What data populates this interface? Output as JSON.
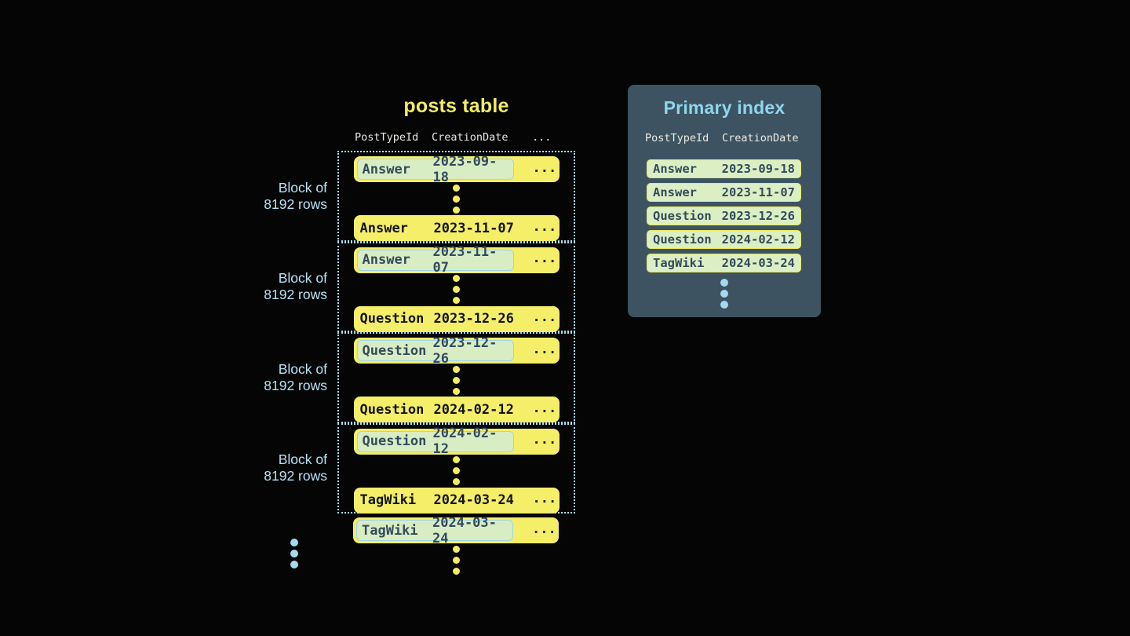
{
  "posts_table": {
    "title": "posts table",
    "columns": [
      "PostTypeId",
      "CreationDate",
      "..."
    ],
    "blocks": [
      {
        "label1": "Block of",
        "label2": "8192 rows",
        "first": {
          "type": "Answer",
          "date": "2023-09-18",
          "more": "..."
        },
        "last": {
          "type": "Answer",
          "date": "2023-11-07",
          "more": "..."
        }
      },
      {
        "label1": "Block of",
        "label2": "8192 rows",
        "first": {
          "type": "Answer",
          "date": "2023-11-07",
          "more": "..."
        },
        "last": {
          "type": "Question",
          "date": "2023-12-26",
          "more": "..."
        }
      },
      {
        "label1": "Block of",
        "label2": "8192 rows",
        "first": {
          "type": "Question",
          "date": "2023-12-26",
          "more": "..."
        },
        "last": {
          "type": "Question",
          "date": "2024-02-12",
          "more": "..."
        }
      },
      {
        "label1": "Block of",
        "label2": "8192 rows",
        "first": {
          "type": "Question",
          "date": "2024-02-12",
          "more": "..."
        },
        "last": {
          "type": "TagWiki",
          "date": "2024-03-24",
          "more": "..."
        }
      }
    ],
    "overflow_row": {
      "type": "TagWiki",
      "date": "2024-03-24",
      "more": "..."
    }
  },
  "primary_index": {
    "title": "Primary index",
    "columns": [
      "PostTypeId",
      "CreationDate"
    ],
    "rows": [
      {
        "type": "Answer",
        "date": "2023-09-18"
      },
      {
        "type": "Answer",
        "date": "2023-11-07"
      },
      {
        "type": "Question",
        "date": "2023-12-26"
      },
      {
        "type": "Question",
        "date": "2024-02-12"
      },
      {
        "type": "TagWiki",
        "date": "2024-03-24"
      }
    ]
  },
  "colors": {
    "background": "#050505",
    "row_yellow": "#f4ee69",
    "pale_green": "#dcefc4",
    "accent_blue": "#a9dcef",
    "panel_bg": "#3d5361",
    "index_row_border": "#e8e95a",
    "highlight_border": "#9fd4e8",
    "dark_slate_text": "#334b5c",
    "title_yellow": "#f2ec66",
    "index_title_blue": "#8fd6ee"
  }
}
